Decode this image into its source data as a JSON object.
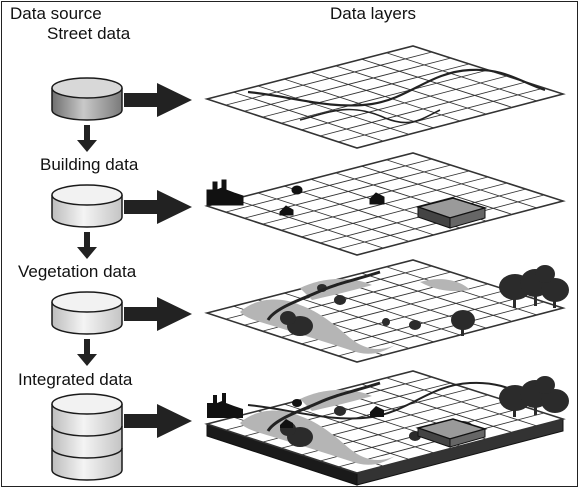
{
  "headers": {
    "source": "Data source",
    "layers": "Data layers"
  },
  "sources": [
    {
      "label": "Street data"
    },
    {
      "label": "Building data"
    },
    {
      "label": "Vegetation data"
    },
    {
      "label": "Integrated data"
    }
  ],
  "colors": {
    "ink": "#1a1a1a",
    "grid": "#333333",
    "vegetation_light": "#b5b5b5",
    "vegetation_dark": "#2b2b2b",
    "cylinder_dark": "#8a8a8a",
    "cylinder_light": "#e8e8e8"
  }
}
